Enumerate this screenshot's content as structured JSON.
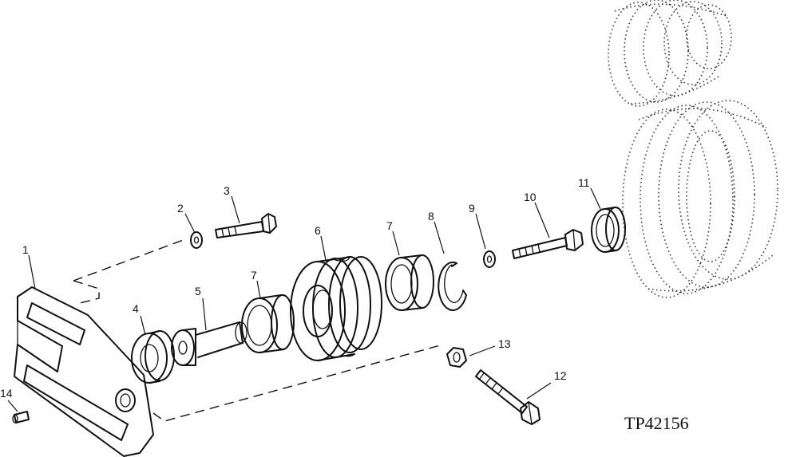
{
  "figure_id": "TP42156",
  "callouts": [
    {
      "id": "c1",
      "label": "1"
    },
    {
      "id": "c2",
      "label": "2"
    },
    {
      "id": "c3",
      "label": "3"
    },
    {
      "id": "c4",
      "label": "4"
    },
    {
      "id": "c5",
      "label": "5"
    },
    {
      "id": "c6",
      "label": "6"
    },
    {
      "id": "c7a",
      "label": "7"
    },
    {
      "id": "c7b",
      "label": "7"
    },
    {
      "id": "c8",
      "label": "8"
    },
    {
      "id": "c9",
      "label": "9"
    },
    {
      "id": "c10",
      "label": "10"
    },
    {
      "id": "c11",
      "label": "11"
    },
    {
      "id": "c12",
      "label": "12"
    },
    {
      "id": "c13",
      "label": "13"
    },
    {
      "id": "c14",
      "label": "14"
    }
  ]
}
